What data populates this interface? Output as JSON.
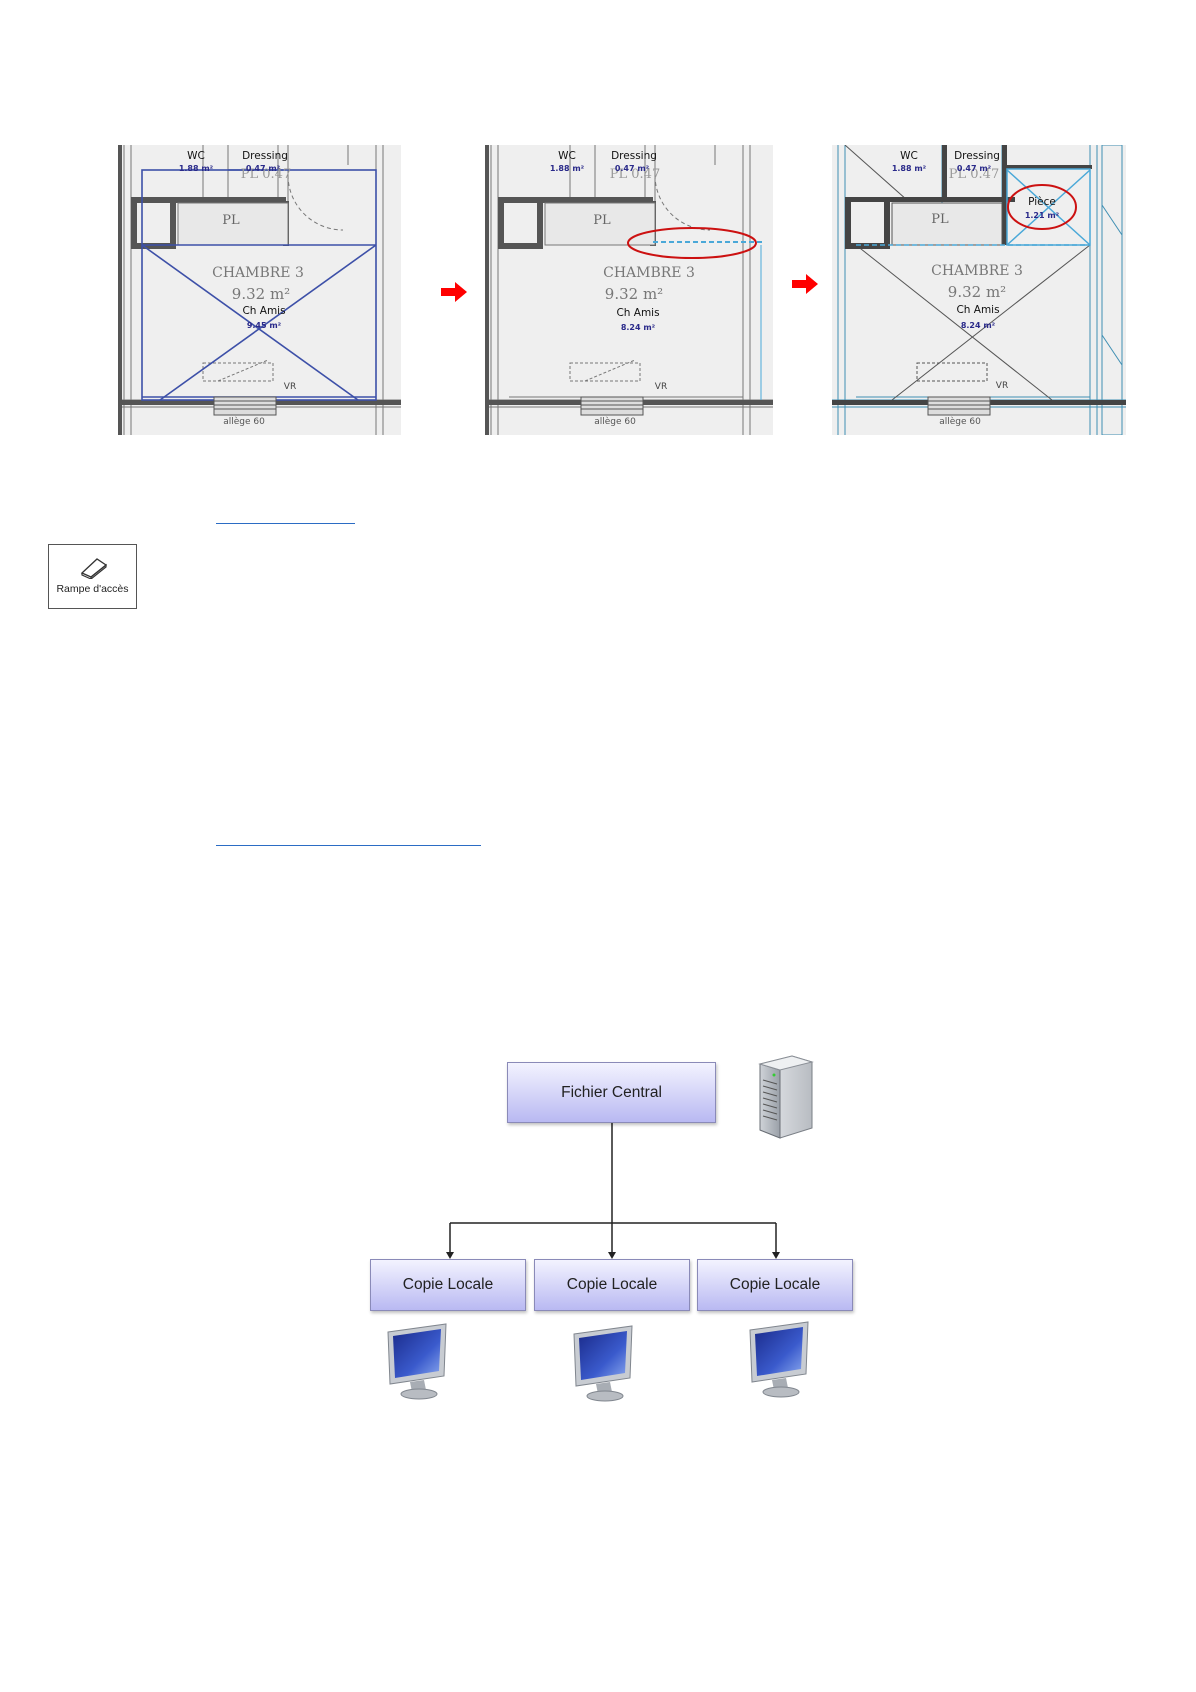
{
  "plans": [
    {
      "wc": "WC",
      "wc_area": "1.88 m²",
      "dressing": "Dressing",
      "dressing_area": "0.47 m²",
      "pl_ghost": "PL 0.47",
      "pl": "PL",
      "room_title": "CHAMBRE 3",
      "room_title_area": "9.32 m²",
      "room_name": "Ch Amis",
      "room_area": "9.45 m²",
      "vr": "VR",
      "allege": "allège 60"
    },
    {
      "wc": "WC",
      "wc_area": "1.88 m²",
      "dressing": "Dressing",
      "dressing_area": "0.47 m²",
      "pl_ghost": "PL 0.47",
      "pl": "PL",
      "room_title": "CHAMBRE 3",
      "room_title_area": "9.32 m²",
      "room_name": "Ch Amis",
      "room_area": "8.24 m²",
      "vr": "VR",
      "allege": "allège 60"
    },
    {
      "wc": "WC",
      "wc_area": "1.88 m²",
      "dressing": "Dressing",
      "dressing_area": "0.47 m²",
      "pl_ghost": "PL 0.47",
      "pl": "PL",
      "room_title": "CHAMBRE 3",
      "room_title_area": "9.32 m²",
      "room_name": "Ch Amis",
      "room_area": "8.24 m²",
      "vr": "VR",
      "allege": "allège 60",
      "new_room": "Pièce",
      "new_room_area": "1.21 m²"
    }
  ],
  "ramp_button": {
    "label": "Rampe d'accès",
    "icon": "ramp-icon"
  },
  "diagram": {
    "central": "Fichier Central",
    "locals": [
      "Copie Locale",
      "Copie Locale",
      "Copie Locale"
    ],
    "server_icon": "server-icon",
    "monitor_icon": "monitor-icon"
  },
  "colors": {
    "arrow": "#ff0000",
    "highlight_ellipse": "#cc1111",
    "link": "#2b6cc4",
    "box_top": "#f3f3ff",
    "box_bottom": "#b9b9f2"
  }
}
